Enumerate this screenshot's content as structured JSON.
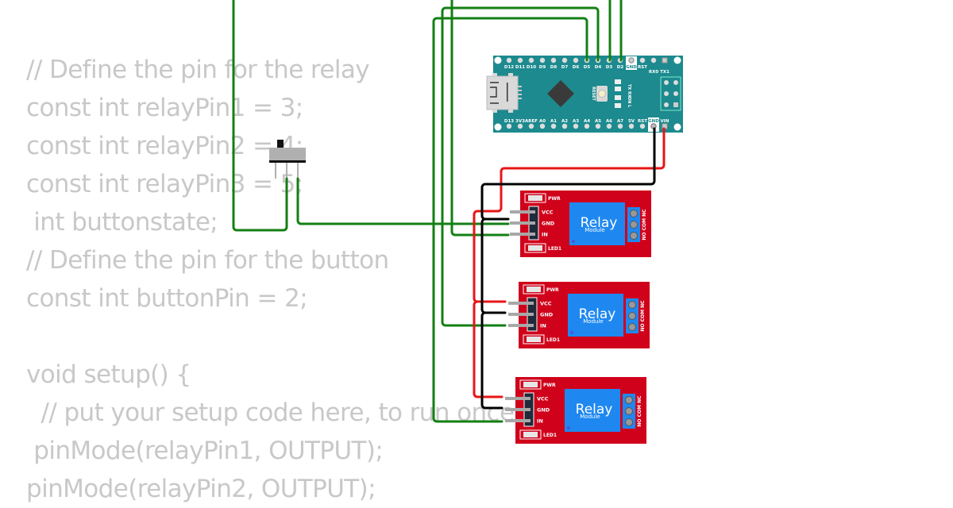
{
  "code_lines": [
    "// Define the pin for the relay",
    "const int relayPin1 = 3;",
    "const int relayPin2 = 4;",
    "const int relayPin3 = 5;",
    " int buttonstate;",
    "// Define the pin for the button",
    "const int buttonPin = 2;",
    "",
    "void setup() {",
    "  // put your setup code here, to run once:",
    " pinMode(relayPin1, OUTPUT);",
    "pinMode(relayPin2, OUTPUT);"
  ],
  "arduino": {
    "top_pins": [
      "D12",
      "D11",
      "D10",
      "D9",
      "D8",
      "D7",
      "D6",
      "D5",
      "D4",
      "D3",
      "D2",
      "GND",
      "RST",
      "RX0",
      "TX1"
    ],
    "bottom_pins": [
      "D13",
      "3V3",
      "AREF",
      "A0",
      "A1",
      "A2",
      "A3",
      "A4",
      "A5",
      "A6",
      "A7",
      "5V",
      "RST",
      "GND",
      "VIN"
    ],
    "reset_label": "RESET",
    "led_labels": [
      "TX",
      "RX",
      "ON",
      "L"
    ],
    "colors": {
      "board": "#1c8a8e",
      "chip": "#3a3a3a"
    }
  },
  "relays": [
    {
      "title": "Relay",
      "subtitle": "Module",
      "pins": [
        "VCC",
        "GND",
        "IN"
      ],
      "pwr_label": "PWR",
      "led_label": "LED1",
      "terminals": "NO COM NC"
    },
    {
      "title": "Relay",
      "subtitle": "Module",
      "pins": [
        "VCC",
        "GND",
        "IN"
      ],
      "pwr_label": "PWR",
      "led_label": "LED1",
      "terminals": "NO COM NC"
    },
    {
      "title": "Relay",
      "subtitle": "Module",
      "pins": [
        "VCC",
        "GND",
        "IN"
      ],
      "pwr_label": "PWR",
      "led_label": "LED1",
      "terminals": "NO COM NC"
    }
  ],
  "colors": {
    "relay_board": "#d0021b",
    "relay_coil": "#1e88f0",
    "wire_signal": "#137f13",
    "wire_power": "#e81515",
    "wire_ground": "#000000",
    "code_text": "#c8c8c8"
  }
}
